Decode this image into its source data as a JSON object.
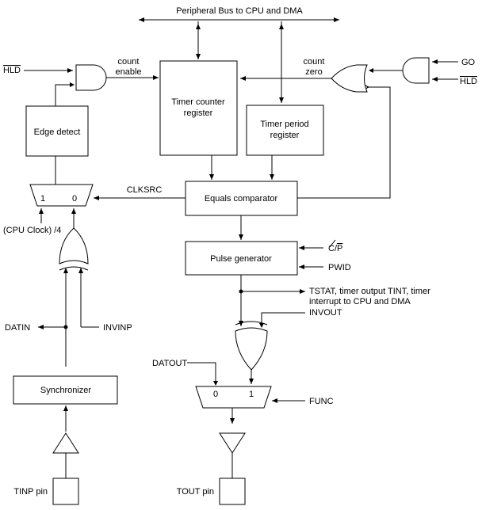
{
  "diagram": {
    "bus_label": "Peripheral Bus to CPU and DMA",
    "blocks": {
      "timer_counter": [
        "Timer counter",
        "register"
      ],
      "timer_period": [
        "Timer period",
        "register"
      ],
      "edge_detect": "Edge detect",
      "equals_comparator": "Equals comparator",
      "pulse_generator": "Pulse generator",
      "synchronizer": "Synchronizer",
      "tinp_pin": "TINP pin",
      "tout_pin": "TOUT pin"
    },
    "signals": {
      "hld_left": "HLD",
      "count_enable": [
        "count",
        "enable"
      ],
      "count_zero": [
        "count",
        "zero"
      ],
      "go": "GO",
      "hld_right": "HLD",
      "clksrc": "CLKSRC",
      "cpu_clock": "(CPU Clock) /4",
      "datin": "DATIN",
      "invinp": "INVINP",
      "c_p_prefix": "C/",
      "c_p_bar": "P",
      "pwid": "PWID",
      "tstat": [
        "TSTAT, timer output TINT, timer",
        "interrupt to CPU and DMA"
      ],
      "invout": "INVOUT",
      "datout": "DATOUT",
      "func": "FUNC",
      "mux_in1": "1",
      "mux_in0": "0",
      "mux2_in0": "0",
      "mux2_in1": "1"
    }
  }
}
